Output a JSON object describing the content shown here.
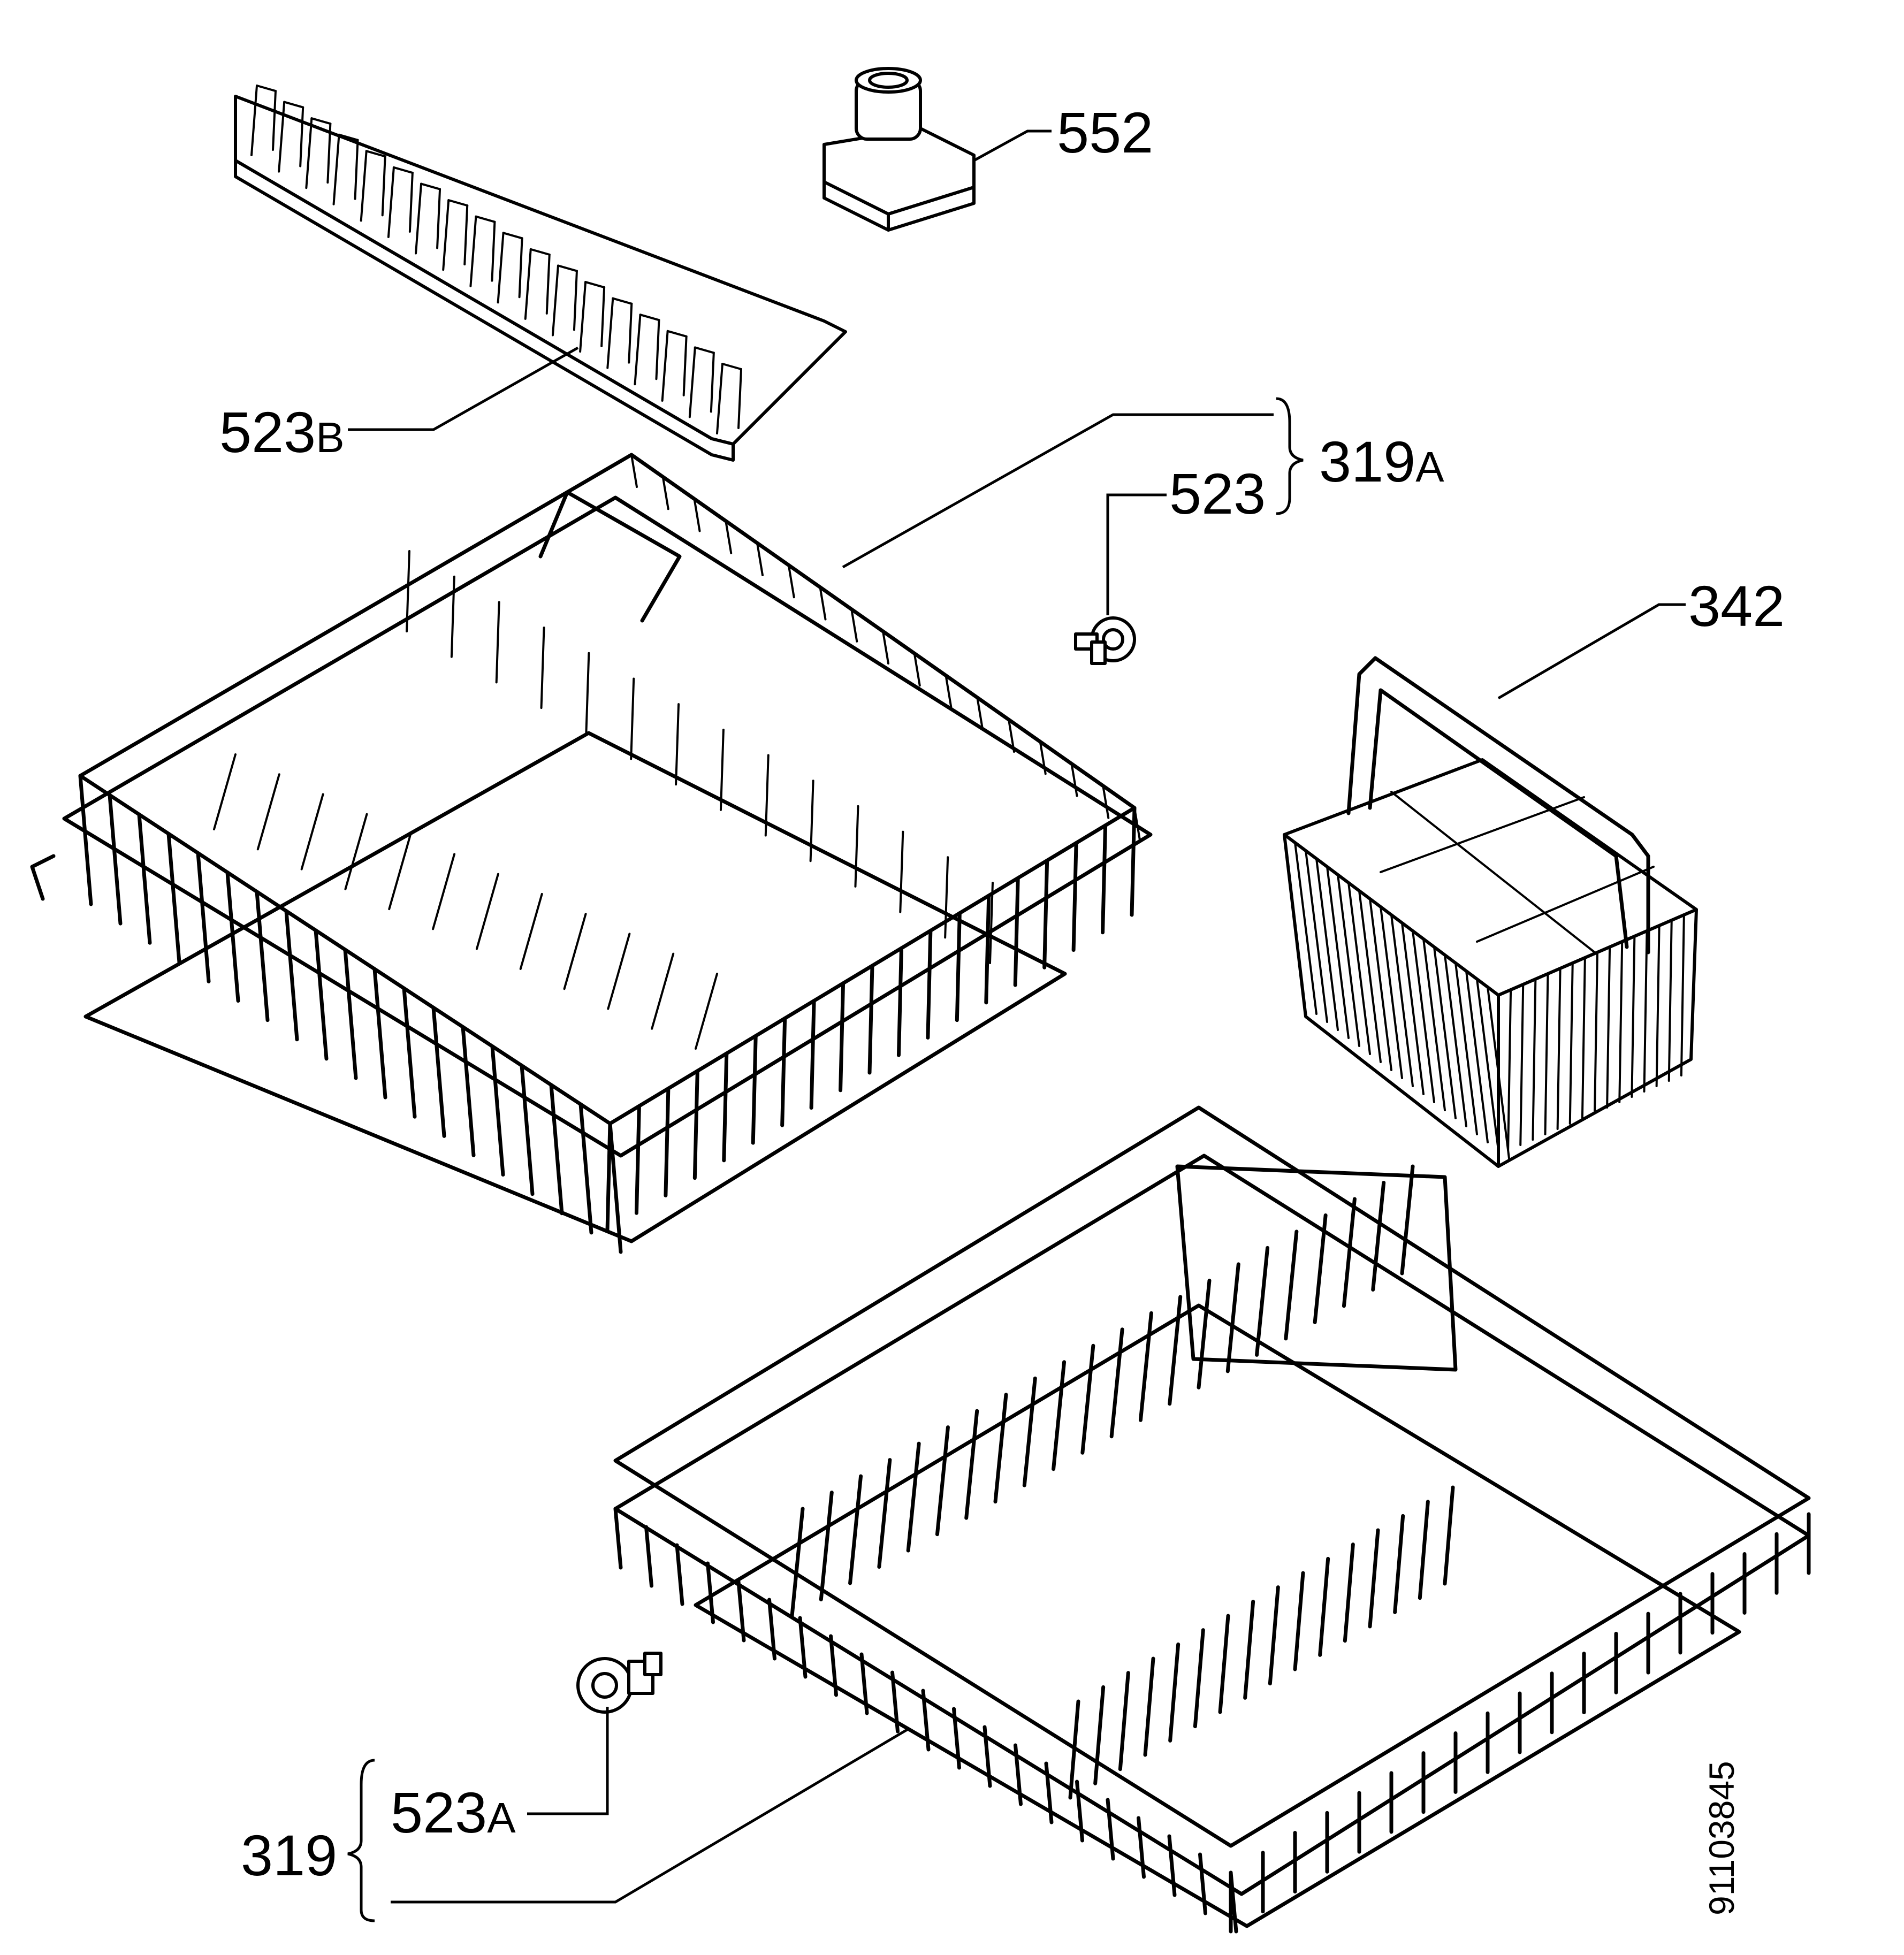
{
  "labels": {
    "part_552": "552",
    "part_523b_num": "523",
    "part_523b_suffix": "B",
    "part_319a_num": "319",
    "part_319a_suffix": "A",
    "part_523": "523",
    "part_342": "342",
    "part_523a_num": "523",
    "part_523a_suffix": "A",
    "part_319": "319"
  },
  "drawing_number": "91103845"
}
